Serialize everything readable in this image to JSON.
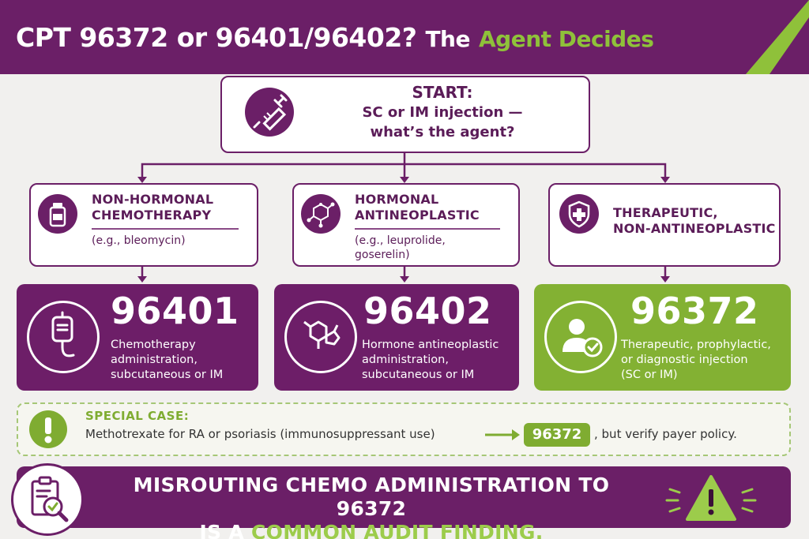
{
  "header": {
    "title_main": "CPT 96372 or 96401/96402?",
    "title_the": "The",
    "title_accent": "Agent Decides"
  },
  "start": {
    "title": "START:",
    "line1": "SC or IM injection —",
    "line2": "what’s the agent?",
    "icon": "syringe-icon"
  },
  "categories": [
    {
      "title_line1": "NON-HORMONAL",
      "title_line2": "CHEMOTHERAPY",
      "example_line1": "(e.g., bleomycin)",
      "example_line2": "",
      "icon": "vial-icon"
    },
    {
      "title_line1": "HORMONAL",
      "title_line2": "ANTINEOPLASTIC",
      "example_line1": "(e.g., leuprolide,",
      "example_line2": "goserelin)",
      "icon": "molecule-icon"
    },
    {
      "title_line1": "THERAPEUTIC,",
      "title_line2": "NON-ANTINEOPLASTIC",
      "example_line1": "",
      "example_line2": "",
      "icon": "shield-cross-icon"
    }
  ],
  "codes": [
    {
      "code": "96401",
      "desc_line1": "Chemotherapy",
      "desc_line2": "administration,",
      "desc_line3": "subcutaneous or IM",
      "icon": "iv-bag-icon",
      "color": "#6d1e68"
    },
    {
      "code": "96402",
      "desc_line1": "Hormone antineoplastic",
      "desc_line2": "administration,",
      "desc_line3": "subcutaneous or IM",
      "icon": "hexagon-molecule-icon",
      "color": "#6d1e68"
    },
    {
      "code": "96372",
      "desc_line1": "Therapeutic, prophylactic,",
      "desc_line2": "or diagnostic injection",
      "desc_line3": "(SC or IM)",
      "icon": "person-check-icon",
      "color": "#83b133"
    }
  ],
  "special_case": {
    "title": "SPECIAL CASE:",
    "text": "Methotrexate for RA or psoriasis (immunosuppressant use)",
    "code": "96372",
    "tail": ", but verify payer policy.",
    "icon": "exclamation-icon"
  },
  "footer": {
    "line1": "MISROUTING CHEMO ADMINISTRATION TO 96372",
    "line2_prefix": "IS A",
    "line2_accent": "COMMON AUDIT FINDING.",
    "icon_left": "clipboard-magnifier-icon",
    "icon_right": "warning-triangle-icon"
  },
  "colors": {
    "purple": "#6b1f67",
    "green": "#83b133",
    "background": "#f1f0ee"
  }
}
